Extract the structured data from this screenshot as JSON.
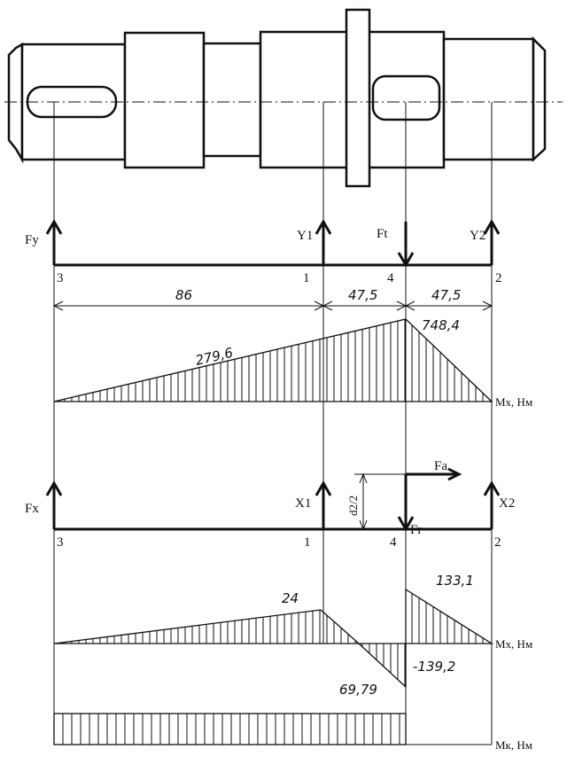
{
  "points": {
    "p3": "3",
    "p1": "1",
    "p4": "4",
    "p2": "2"
  },
  "vertical_plane": {
    "force_label": "Fy",
    "reaction1": "Y1",
    "force": "Ft",
    "reaction2": "Y2",
    "dims": [
      "86",
      "47,5",
      "47,5"
    ],
    "moment_value_mid": "279,6",
    "moment_value_max": "748,4",
    "moment_axis_label": "Mx, Нм"
  },
  "horizontal_plane": {
    "force_label": "Fx",
    "reaction1": "X1",
    "axial_force": "Fa",
    "radial_force": "Fr",
    "reaction2": "X2",
    "offset_label": "d2/2",
    "moment_value_1": "24",
    "moment_value_right": "133,1",
    "moment_value_neg": "-139,2",
    "moment_value_low": "69,79",
    "moment_axis_label": "Mx, Нм"
  },
  "torque": {
    "axis_label": "Mк, Нм"
  }
}
